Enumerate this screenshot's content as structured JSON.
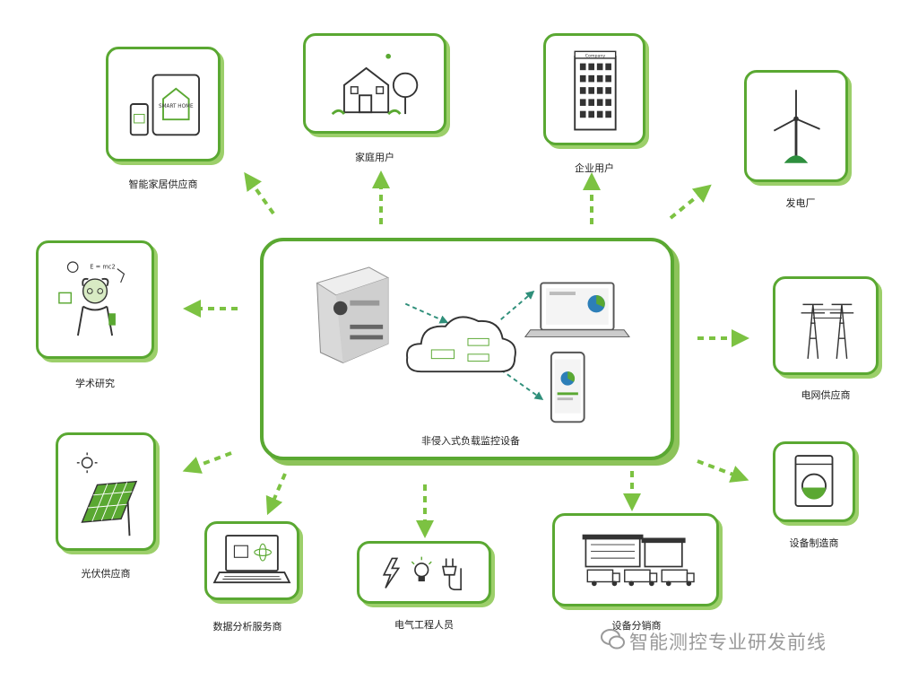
{
  "colors": {
    "accent": "#5aa832",
    "shadow": "#9ccf6a",
    "line": "#333333"
  },
  "center": {
    "label": "非侵入式负载监控设备"
  },
  "nodes": [
    {
      "id": "smart-home",
      "label": "智能家居供应商",
      "icon": "tablet-phone-icon"
    },
    {
      "id": "household",
      "label": "家庭用户",
      "icon": "house-icon"
    },
    {
      "id": "enterprise",
      "label": "企业用户",
      "icon": "office-building-icon"
    },
    {
      "id": "power-plant",
      "label": "发电厂",
      "icon": "wind-turbine-icon"
    },
    {
      "id": "academic",
      "label": "学术研究",
      "icon": "scientist-icon"
    },
    {
      "id": "grid",
      "label": "电网供应商",
      "icon": "power-tower-icon"
    },
    {
      "id": "solar",
      "label": "光伏供应商",
      "icon": "solar-panel-icon"
    },
    {
      "id": "appliance",
      "label": "设备制造商",
      "icon": "washing-machine-icon"
    },
    {
      "id": "data-service",
      "label": "数据分析服务商",
      "icon": "laptop-icon"
    },
    {
      "id": "electrician",
      "label": "电气工程人员",
      "icon": "electrician-tools-icon"
    },
    {
      "id": "distributor",
      "label": "设备分销商",
      "icon": "warehouse-trucks-icon"
    }
  ],
  "icon_text": {
    "smart_home_screen": "SMART HOME",
    "formula": "E = mc2",
    "building_sign": "Company"
  },
  "watermark": "智能测控专业研发前线"
}
